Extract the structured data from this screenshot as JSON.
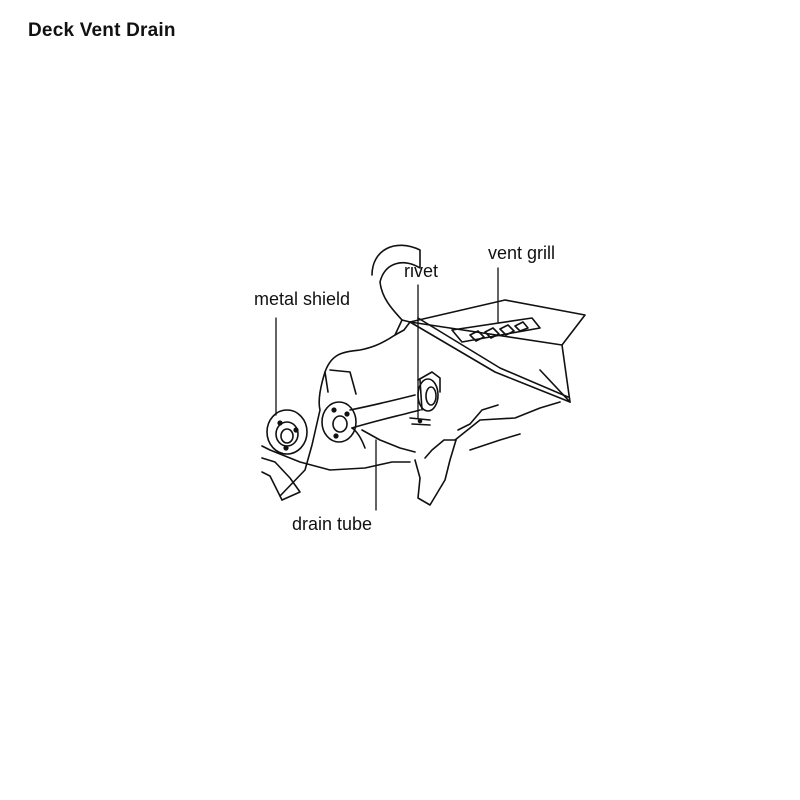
{
  "title": "Deck Vent Drain",
  "labels": {
    "metal_shield": "metal shield",
    "rivet": "rivet",
    "vent_grill": "vent grill",
    "drain_tube": "drain tube"
  },
  "colors": {
    "ink": "#111111",
    "background": "#ffffff"
  }
}
